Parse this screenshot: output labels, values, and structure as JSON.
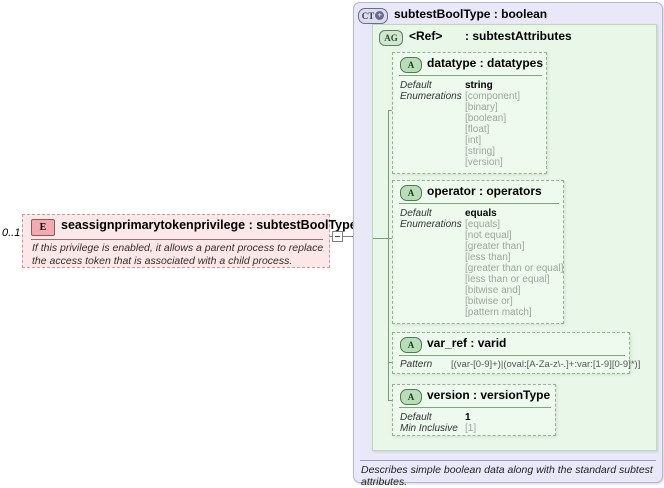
{
  "element": {
    "icon": "element-icon",
    "icon_label": "E",
    "name": "seassignprimarytokenprivilege",
    "type": "subtestBoolType",
    "title": "seassignprimarytokenprivilege : subtestBoolType",
    "cardinality": "0..1",
    "documentation": "If this privilege is enabled, it allows a parent process to replace the access token that is associated with a child process."
  },
  "complex_type": {
    "icon_label": "CT",
    "icon_plus": "+",
    "title": "subtestBoolType : boolean",
    "footer": "Describes simple boolean data along with the standard subtest attributes."
  },
  "attribute_group": {
    "icon_label": "AG",
    "ref": "<Ref>",
    "type": ": subtestAttributes"
  },
  "attributes": [
    {
      "icon_label": "A",
      "title": "datatype : datatypes",
      "name": "datatype",
      "type": "datatypes",
      "facets": [
        {
          "label": "Default",
          "value": "string",
          "style": "strong"
        },
        {
          "label": "Enumerations",
          "value": "[component]",
          "style": "enum"
        }
      ],
      "enumerations": [
        "[component]",
        "[binary]",
        "[boolean]",
        "[float]",
        "[int]",
        "[string]",
        "[version]"
      ]
    },
    {
      "icon_label": "A",
      "title": "operator : operators",
      "name": "operator",
      "type": "operators",
      "facets": [
        {
          "label": "Default",
          "value": "equals",
          "style": "strong"
        },
        {
          "label": "Enumerations",
          "value": "[equals]",
          "style": "enum"
        }
      ],
      "enumerations": [
        "[equals]",
        "[not equal]",
        "[greater than]",
        "[less than]",
        "[greater than or equal]",
        "[less than or equal]",
        "[bitwise and]",
        "[bitwise or]",
        "[pattern match]"
      ]
    },
    {
      "icon_label": "A",
      "title": "var_ref : varid",
      "name": "var_ref",
      "type": "varid",
      "facets": [
        {
          "label": "Pattern",
          "value": "[(var-[0-9]+)|(oval:[A-Za-z\\-.]+:var:[1-9][0-9]*)]",
          "style": "pat"
        }
      ],
      "enumerations": []
    },
    {
      "icon_label": "A",
      "title": "version : versionType",
      "name": "version",
      "type": "versionType",
      "facets": [
        {
          "label": "Default",
          "value": "1",
          "style": "strong"
        },
        {
          "label": "Min Inclusive",
          "value": "[1]",
          "style": "enum"
        }
      ],
      "enumerations": []
    }
  ],
  "connector": {
    "collapse_glyph": "-"
  },
  "colors": {
    "element_bg": "#fce8e8",
    "element_border": "#c89a9a",
    "ct_bg": "#e8e8f8",
    "ag_bg": "#e9f7e9",
    "attr_bg": "#eefaee"
  }
}
